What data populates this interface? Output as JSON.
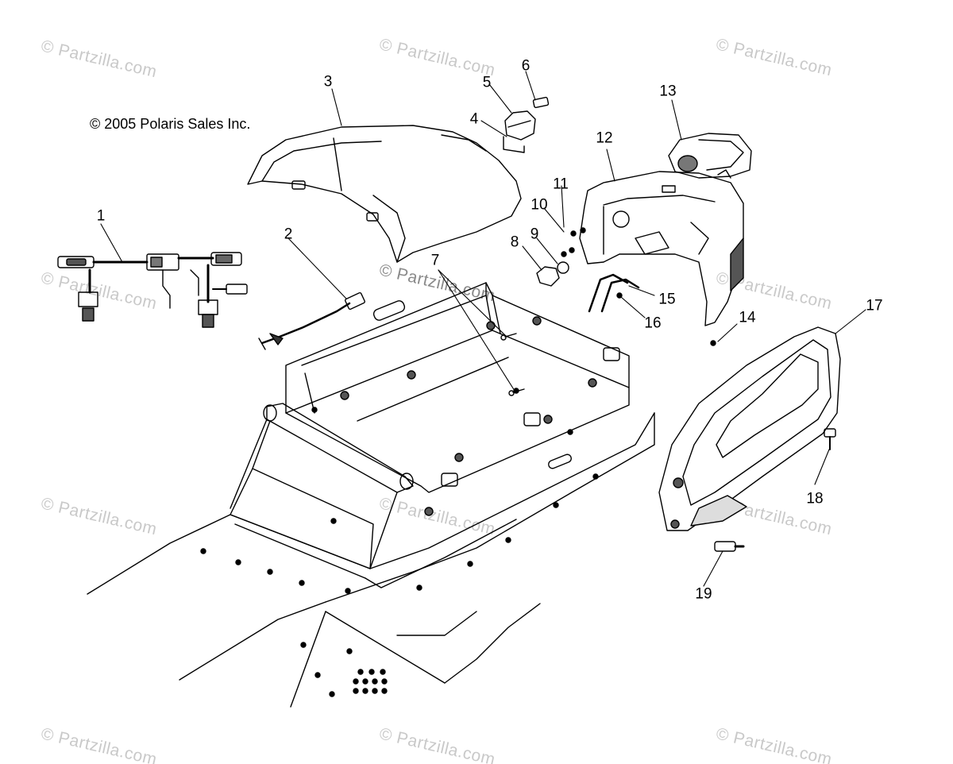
{
  "copyright": "© 2005 Polaris Sales Inc.",
  "watermark": "© Partzilla.com",
  "callouts": [
    "1",
    "2",
    "3",
    "4",
    "5",
    "6",
    "7",
    "8",
    "9",
    "10",
    "11",
    "12",
    "13",
    "14",
    "15",
    "16",
    "17",
    "18",
    "19"
  ],
  "colors": {
    "line": "#000000",
    "watermark": "#c9c9c9"
  }
}
